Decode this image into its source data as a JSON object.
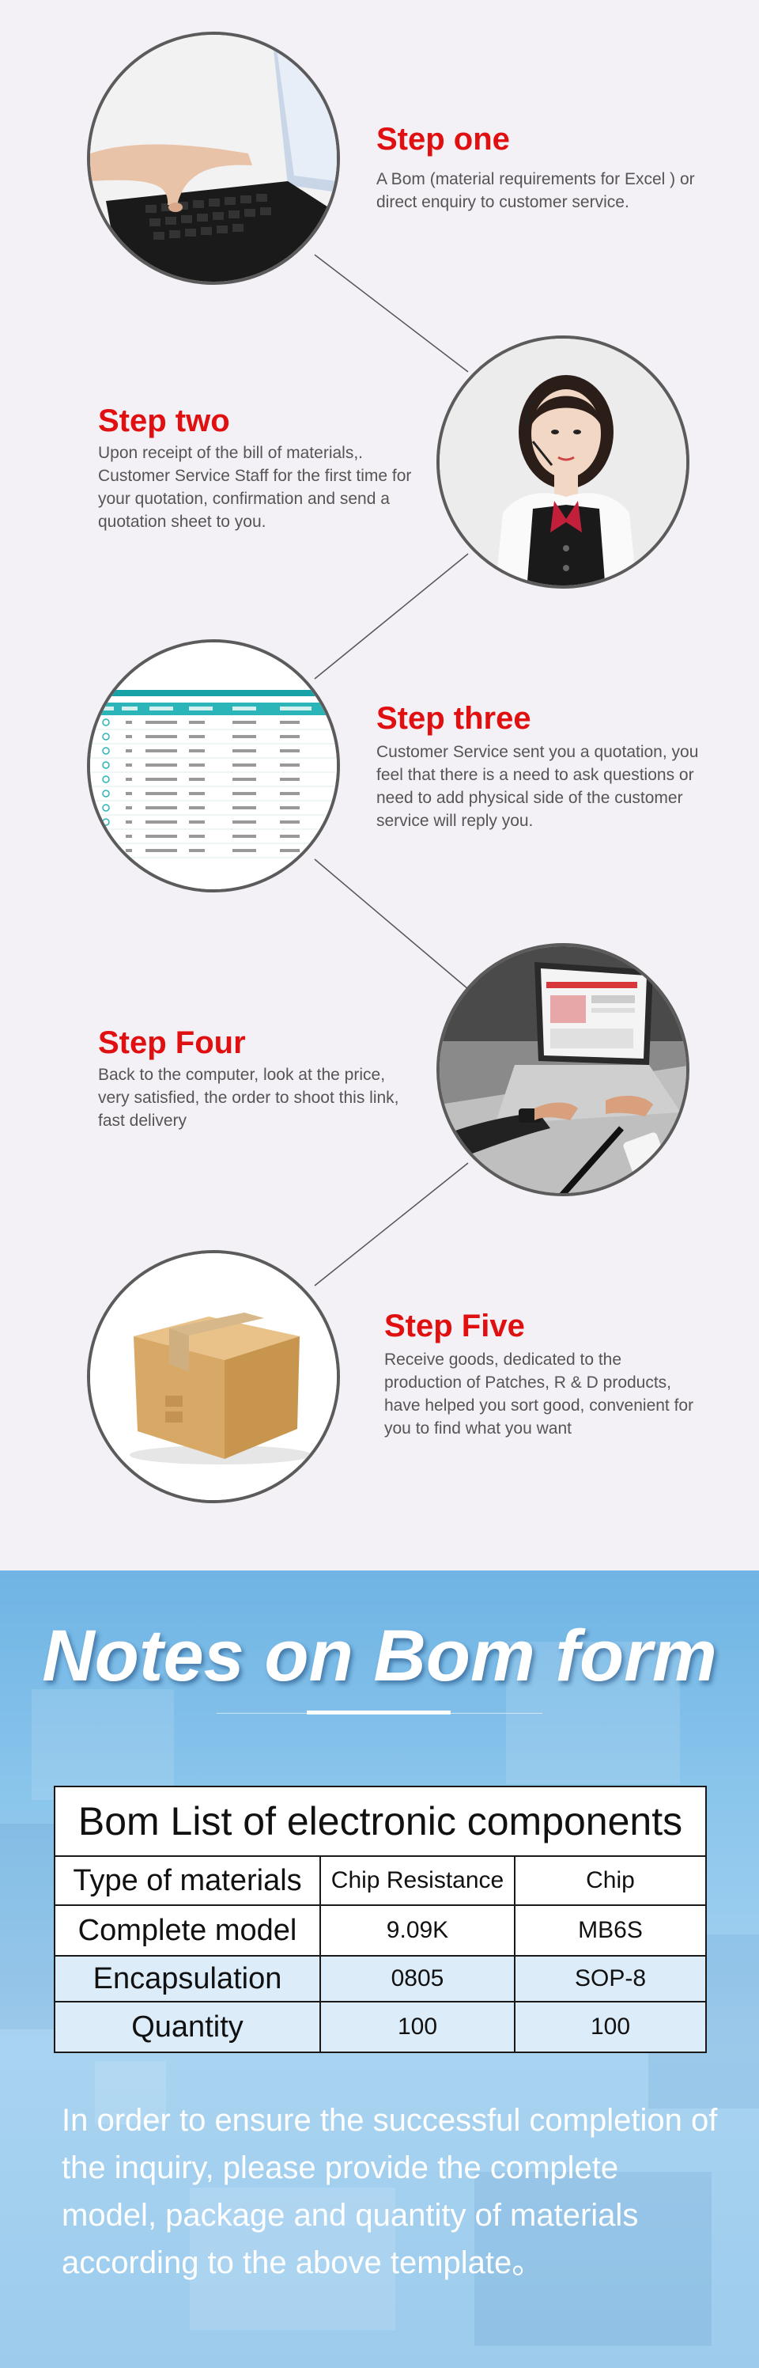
{
  "steps": [
    {
      "title": "Step one",
      "text": "A Bom (material requirements for Excel ) or direct enquiry to customer service.",
      "image_icon": "laptop-typing-photo"
    },
    {
      "title": "Step two",
      "text": "Upon receipt of the bill of materials,. Customer Service Staff for the first time for your quotation, confirmation and send a quotation sheet to you.",
      "image_icon": "customer-service-agent-photo"
    },
    {
      "title": "Step three",
      "text": "Customer Service sent you a quotation, you feel that there is a need to ask questions or need to add physical side of the customer service will reply you.",
      "image_icon": "quotation-spreadsheet-photo"
    },
    {
      "title": "Step Four",
      "text": "Back to the computer, look at the price, very satisfied, the order to shoot this link, fast delivery",
      "image_icon": "online-shopping-laptop-photo"
    },
    {
      "title": "Step Five",
      "text": "Receive goods, dedicated to the production of Patches, R & D products, have helped you sort good, convenient for you to find what you want",
      "image_icon": "cardboard-box-photo"
    }
  ],
  "notes": {
    "title": "Notes on Bom form",
    "table": {
      "caption": "Bom List of electronic components",
      "rows": [
        {
          "label": "Type of materials",
          "a": "Chip Resistance",
          "b": "Chip"
        },
        {
          "label": "Complete model",
          "a": "9.09K",
          "b": "MB6S"
        },
        {
          "label": "Encapsulation",
          "a": "0805",
          "b": "SOP-8"
        },
        {
          "label": "Quantity",
          "a": "100",
          "b": "100"
        }
      ]
    },
    "footer": "In order to ensure the successful completion of the inquiry, please provide the complete model, package and quantity of materials according to the above template。"
  },
  "colors": {
    "step_title": "#e01010",
    "step_text": "#555555",
    "background": "#f3f0f6",
    "notes_bg": "#8cc6ec",
    "table_alt": "#dcecf9"
  }
}
